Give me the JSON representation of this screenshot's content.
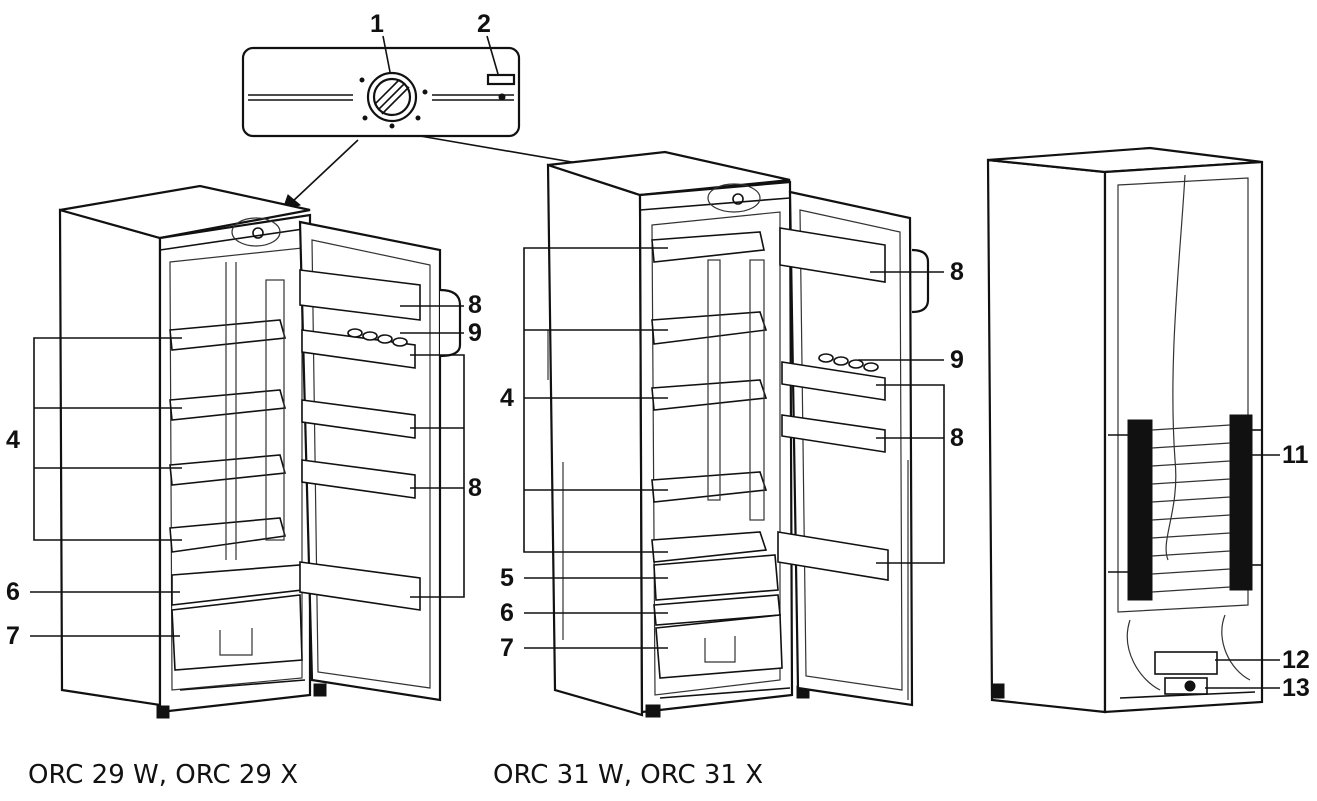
{
  "callouts": {
    "c1": "1",
    "c2": "2",
    "c4": "4",
    "c5": "5",
    "c6": "6",
    "c7": "7",
    "c8": "8",
    "c9": "9",
    "c11": "11",
    "c12": "12",
    "c13": "13"
  },
  "captions": {
    "left_model": "ORC 29 W, ORC 29 X",
    "middle_model": "ORC 31 W, ORC 31 X"
  }
}
